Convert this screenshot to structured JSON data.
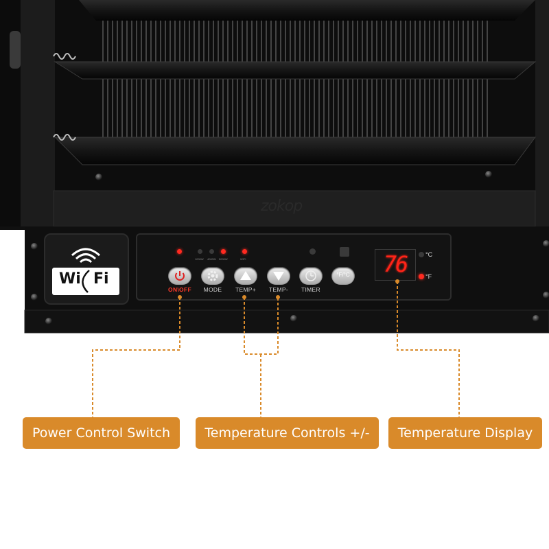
{
  "brand": {
    "logo_text": "zokop"
  },
  "wifi_badge": {
    "left": "Wi",
    "right": "Fi"
  },
  "control_panel": {
    "indicator_labels": [
      "1000W",
      "4000W",
      "5000W",
      "WIFI"
    ],
    "buttons": [
      {
        "label": "ON\\OFF",
        "icon": "power-icon"
      },
      {
        "label": "MODE",
        "icon": "gear-icon"
      },
      {
        "label": "TEMP+",
        "icon": "triangle-up-icon"
      },
      {
        "label": "TEMP-",
        "icon": "triangle-down-icon"
      },
      {
        "label": "TIMER",
        "icon": "clock-icon"
      },
      {
        "label": "°F/°C",
        "icon": "unit-switch-icon"
      }
    ],
    "display": {
      "value": "76",
      "unit_c": "°C",
      "unit_f": "°F",
      "active_unit": "°F"
    }
  },
  "callouts": {
    "power": "Power Control Switch",
    "temp_controls": "Temperature Controls +/-",
    "temp_display": "Temperature Display"
  },
  "colors": {
    "callout": "#d98a2a",
    "led_red": "#ff2a20",
    "heater_body": "#1a1a1a"
  }
}
